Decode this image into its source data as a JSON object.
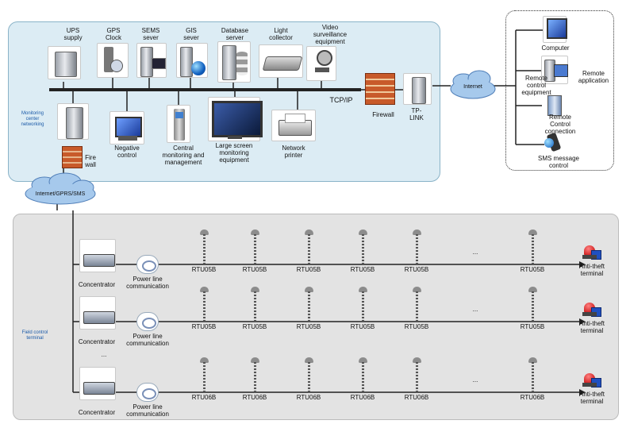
{
  "monitoring_center": {
    "title": "Monitoring center networking",
    "ups": "UPS supply",
    "gps": "GPS Clock",
    "sems": "SEMS sever",
    "gis": "GIS sever",
    "database": "Database server",
    "light_collector": "Light collector",
    "video": "Video surveillance equipment",
    "fire_wall": "Fire wall",
    "negative_control": "Negative control",
    "central_monitoring": "Central monitoring and management",
    "large_screen": "Large screen monitoring equipment",
    "network_printer": "Network printer",
    "tcpip": "TCP/IP",
    "firewall": "Firewall",
    "tplink": "TP-LINK"
  },
  "internet": "Internet",
  "internet_gprs": "Internet/GPRS/SMS",
  "remote": {
    "title": "Remote application",
    "computer": "Computer",
    "remote_control_equipment": "Remote control equipment",
    "remote_control_connection": "Remote Control connection",
    "sms_message_control": "SMS message control"
  },
  "field": {
    "title": "Field control terminal",
    "concentrator": "Concentrator",
    "power_line": "Power line communication",
    "ellipsis": "...",
    "anti_theft": "Anti-theft terminal",
    "rows": [
      {
        "rtus": [
          "RTU05B",
          "RTU05B",
          "RTU05B",
          "RTU05B",
          "RTU05B",
          "RTU05B"
        ]
      },
      {
        "rtus": [
          "RTU05B",
          "RTU05B",
          "RTU05B",
          "RTU05B",
          "RTU05B",
          "RTU05B"
        ]
      },
      {
        "rtus": [
          "RTU06B",
          "RTU06B",
          "RTU06B",
          "RTU06B",
          "RTU06B",
          "RTU06B"
        ]
      }
    ]
  }
}
